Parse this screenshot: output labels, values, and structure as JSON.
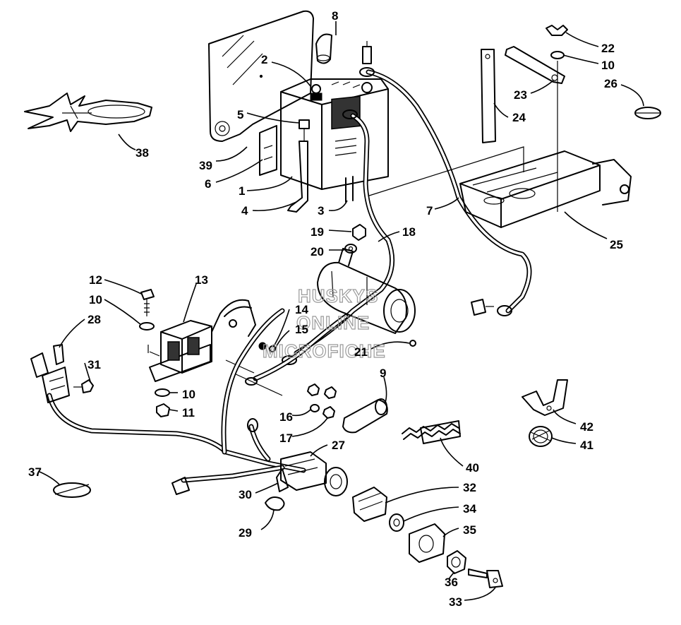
{
  "watermark": [
    "HUSKYS",
    "ONLINE",
    "MICROFICHE"
  ],
  "callouts": [
    {
      "id": "c8",
      "label": "8"
    },
    {
      "id": "c2",
      "label": "2"
    },
    {
      "id": "c5",
      "label": "5"
    },
    {
      "id": "c38",
      "label": "38"
    },
    {
      "id": "c39",
      "label": "39"
    },
    {
      "id": "c6",
      "label": "6"
    },
    {
      "id": "c1",
      "label": "1"
    },
    {
      "id": "c4",
      "label": "4"
    },
    {
      "id": "c3",
      "label": "3"
    },
    {
      "id": "c7",
      "label": "7"
    },
    {
      "id": "c24",
      "label": "24"
    },
    {
      "id": "c23",
      "label": "23"
    },
    {
      "id": "c22",
      "label": "22"
    },
    {
      "id": "c10a",
      "label": "10"
    },
    {
      "id": "c26",
      "label": "26"
    },
    {
      "id": "c25",
      "label": "25"
    },
    {
      "id": "c19",
      "label": "19"
    },
    {
      "id": "c18",
      "label": "18"
    },
    {
      "id": "c20",
      "label": "20"
    },
    {
      "id": "c12",
      "label": "12"
    },
    {
      "id": "c13",
      "label": "13"
    },
    {
      "id": "c10b",
      "label": "10"
    },
    {
      "id": "c14",
      "label": "14"
    },
    {
      "id": "c15",
      "label": "15"
    },
    {
      "id": "c28",
      "label": "28"
    },
    {
      "id": "c21",
      "label": "21"
    },
    {
      "id": "c31",
      "label": "31"
    },
    {
      "id": "c9",
      "label": "9"
    },
    {
      "id": "c10c",
      "label": "10"
    },
    {
      "id": "c11",
      "label": "11"
    },
    {
      "id": "c16",
      "label": "16"
    },
    {
      "id": "c17",
      "label": "17"
    },
    {
      "id": "c27",
      "label": "27"
    },
    {
      "id": "c42",
      "label": "42"
    },
    {
      "id": "c41",
      "label": "41"
    },
    {
      "id": "c40",
      "label": "40"
    },
    {
      "id": "c37",
      "label": "37"
    },
    {
      "id": "c30",
      "label": "30"
    },
    {
      "id": "c32",
      "label": "32"
    },
    {
      "id": "c34",
      "label": "34"
    },
    {
      "id": "c29",
      "label": "29"
    },
    {
      "id": "c35",
      "label": "35"
    },
    {
      "id": "c36",
      "label": "36"
    },
    {
      "id": "c33",
      "label": "33"
    }
  ]
}
